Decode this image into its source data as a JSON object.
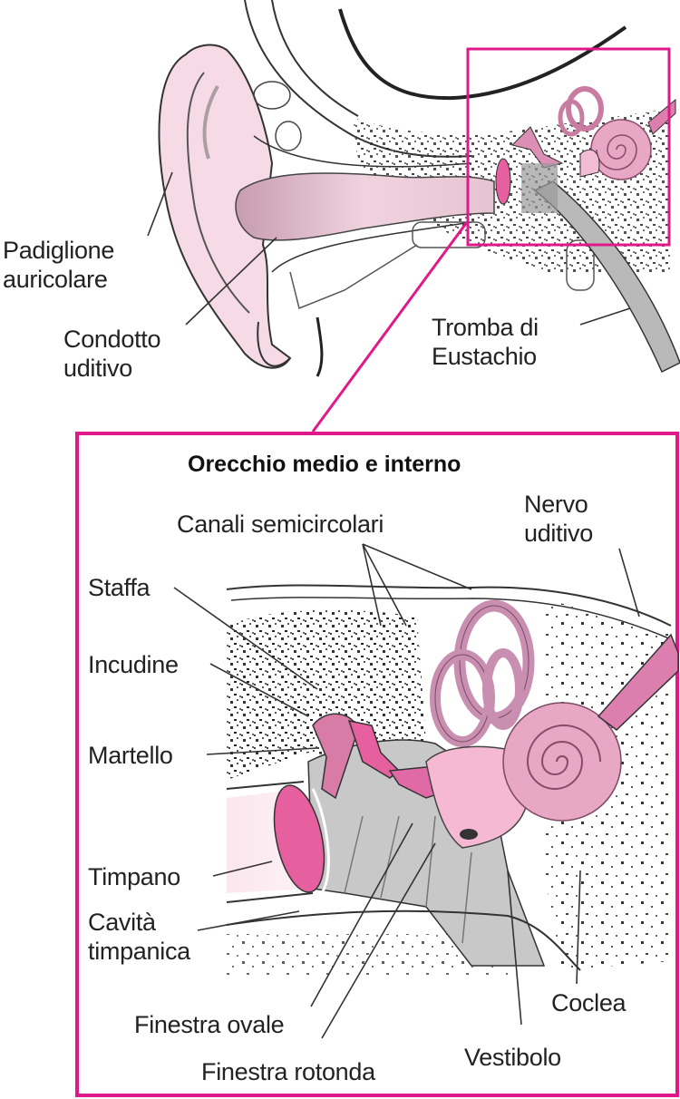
{
  "diagram": {
    "subject": "Anatomia dell'orecchio",
    "colors": {
      "frame": "#e0198a",
      "pink_light": "#f6dbe6",
      "pink_mid": "#dc8fb4",
      "pink_strong": "#e6609f",
      "bone_gray": "#c8c8c8",
      "line": "#222222"
    },
    "overview": {
      "labels": [
        {
          "id": "padiglione",
          "lines": [
            "Padiglione",
            "auricolare"
          ]
        },
        {
          "id": "condotto",
          "lines": [
            "Condotto",
            "uditivo"
          ]
        },
        {
          "id": "tromba",
          "lines": [
            "Tromba di",
            "Eustachio"
          ]
        }
      ]
    },
    "detail": {
      "title": "Orecchio medio e interno",
      "labels": [
        {
          "id": "canali",
          "lines": [
            "Canali semicircolari"
          ]
        },
        {
          "id": "nervo",
          "lines": [
            "Nervo",
            "uditivo"
          ]
        },
        {
          "id": "staffa",
          "lines": [
            "Staffa"
          ]
        },
        {
          "id": "incudine",
          "lines": [
            "Incudine"
          ]
        },
        {
          "id": "martello",
          "lines": [
            "Martello"
          ]
        },
        {
          "id": "timpano",
          "lines": [
            "Timpano"
          ]
        },
        {
          "id": "cavita",
          "lines": [
            "Cavità",
            "timpanica"
          ]
        },
        {
          "id": "finestra_ovale",
          "lines": [
            "Finestra ovale"
          ]
        },
        {
          "id": "finestra_rotonda",
          "lines": [
            "Finestra rotonda"
          ]
        },
        {
          "id": "vestibolo",
          "lines": [
            "Vestibolo"
          ]
        },
        {
          "id": "coclea",
          "lines": [
            "Coclea"
          ]
        }
      ]
    }
  }
}
